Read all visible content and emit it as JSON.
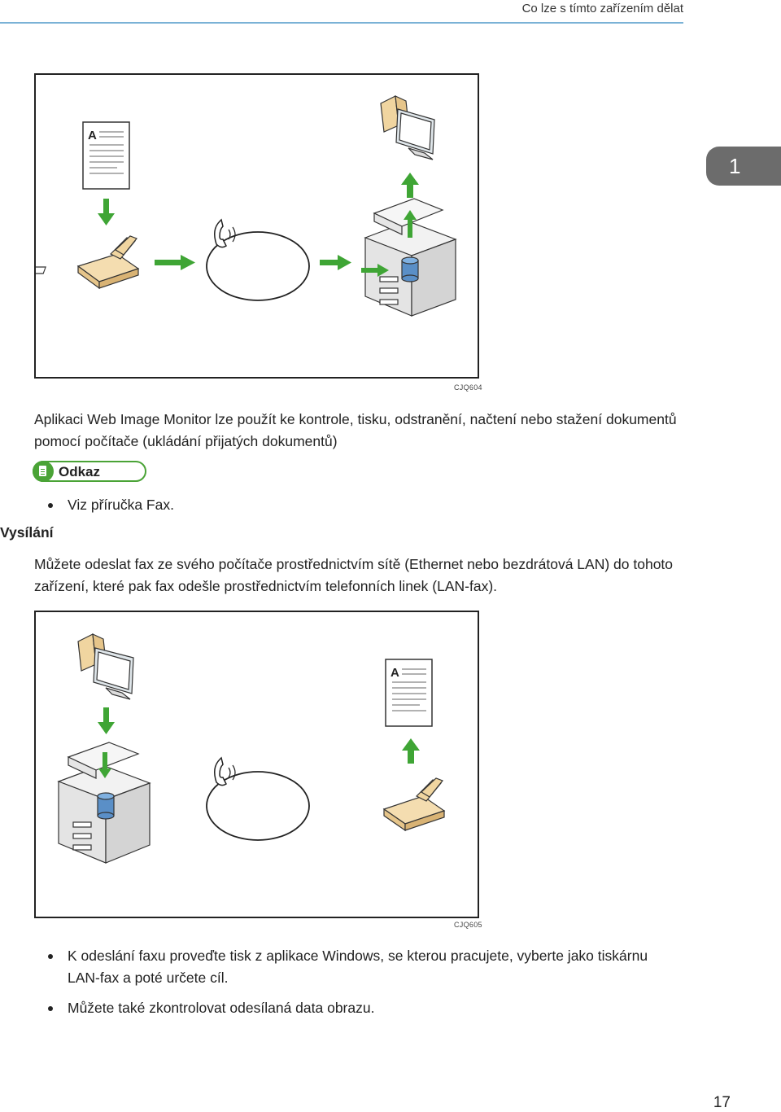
{
  "header": {
    "section_title": "Co lze s tímto zařízením dělat"
  },
  "chapter_tab": "1",
  "figure1": {
    "id": "CJQ604",
    "doc_letter": "A"
  },
  "paragraph1": "Aplikaci Web Image Monitor lze použít ke kontrole, tisku, odstranění, načtení nebo stažení dokumentů pomocí počítače (ukládání přijatých dokumentů)",
  "reference": {
    "label": "Odkaz",
    "icon": "reference-icon",
    "items": [
      "Viz příručka Fax."
    ]
  },
  "side_heading": "Vysílání",
  "paragraph2": "Můžete odeslat fax ze svého počítače prostřednictvím sítě (Ethernet nebo bezdrátová LAN) do tohoto zařízení, které pak fax odešle prostřednictvím telefonních linek (LAN-fax).",
  "figure2": {
    "id": "CJQ605",
    "doc_letter": "A"
  },
  "bullets": [
    "K odeslání faxu proveďte tisk z aplikace Windows, se kterou pracujete, vyberte jako tiskárnu LAN-fax a poté určete cíl.",
    "Můžete také zkontrolovat odesílaná data obrazu."
  ],
  "page_number": "17",
  "colors": {
    "accent_green": "#3fa535",
    "header_rule": "#7ab2d6",
    "tab_gray": "#6c6c6c"
  }
}
